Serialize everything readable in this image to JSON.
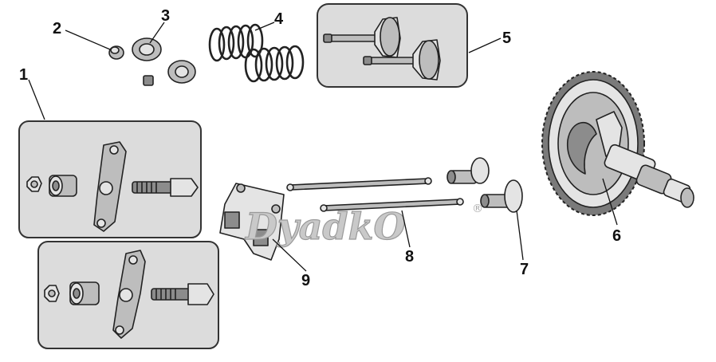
{
  "diagram": {
    "callouts": [
      "1",
      "2",
      "3",
      "4",
      "5",
      "6",
      "7",
      "8",
      "9"
    ],
    "watermark": "DyadkO",
    "watermark_mark": "®"
  },
  "colors": {
    "box_fill": "#dcdcdc",
    "part_light": "#e4e4e4",
    "part_mid": "#bdbdbd",
    "part_dark": "#8c8c8c",
    "outline": "#222222",
    "watermark": "#c9c9c9"
  }
}
